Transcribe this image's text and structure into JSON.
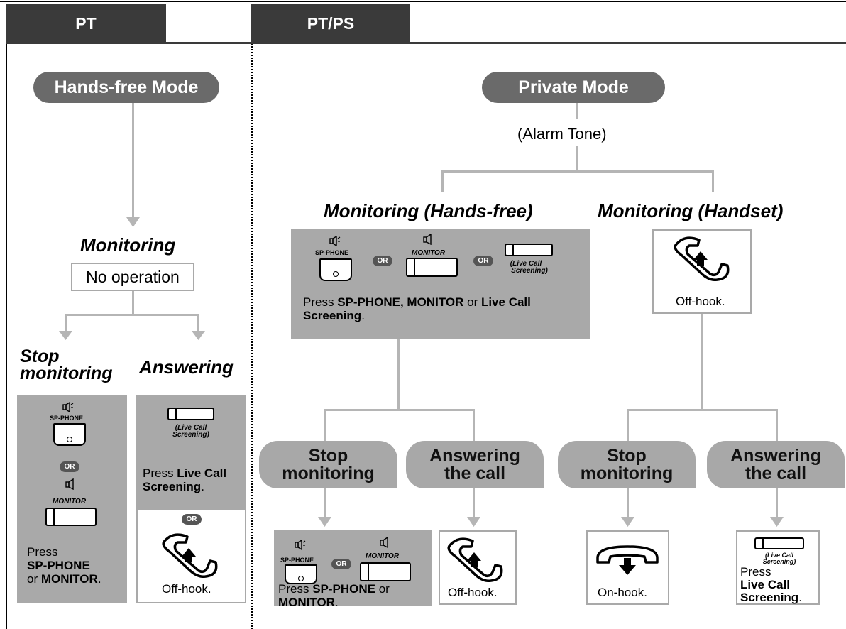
{
  "tabs": {
    "pt": "PT",
    "ptps": "PT/PS"
  },
  "pt": {
    "mode": "Hands-free Mode",
    "monitoring": "Monitoring",
    "no_op": "No operation",
    "stop": "Stop monitoring",
    "stop_l1": "Stop",
    "stop_l2": "monitoring",
    "answering": "Answering",
    "stop_box": {
      "press": "Press",
      "b1": "SP-PHONE",
      "or_text": "or ",
      "b2": "MONITOR",
      "dot": "."
    },
    "answer_box": {
      "press": "Press ",
      "b1": "Live Call Screening",
      "dot": ".",
      "offhook": "Off-hook."
    }
  },
  "ptps": {
    "mode": "Private Mode",
    "alarm": "(Alarm Tone)",
    "mon_hf": "Monitoring (Hands-free)",
    "mon_hs": "Monitoring (Handset)",
    "hf_box": {
      "press": "Press ",
      "b1": "SP-PHONE, MONITOR",
      "or_text": " or ",
      "b2": "Live Call Screening",
      "dot": "."
    },
    "hs_box": {
      "offhook": "Off-hook."
    },
    "stop_l1": "Stop",
    "stop_l2": "monitoring",
    "ans_l1": "Answering",
    "ans_l2": "the call",
    "b1": {
      "press": "Press ",
      "b1": "SP-PHONE",
      "or_text": " or ",
      "b2": "MONITOR",
      "dot": "."
    },
    "b2": {
      "offhook": "Off-hook."
    },
    "b3": {
      "onhook": "On-hook."
    },
    "b4": {
      "press": "Press",
      "b1": "Live Call",
      "b2": "Screening",
      "dot": "."
    }
  },
  "labels": {
    "or": "OR",
    "sp_phone": "SP-PHONE",
    "monitor": "MONITOR",
    "live_call": "(Live Call Screening)",
    "live1": "(Live Call",
    "live2": "Screening)"
  },
  "icons": [
    "speaker-icon",
    "handset-offhook-icon",
    "handset-onhook-icon"
  ]
}
